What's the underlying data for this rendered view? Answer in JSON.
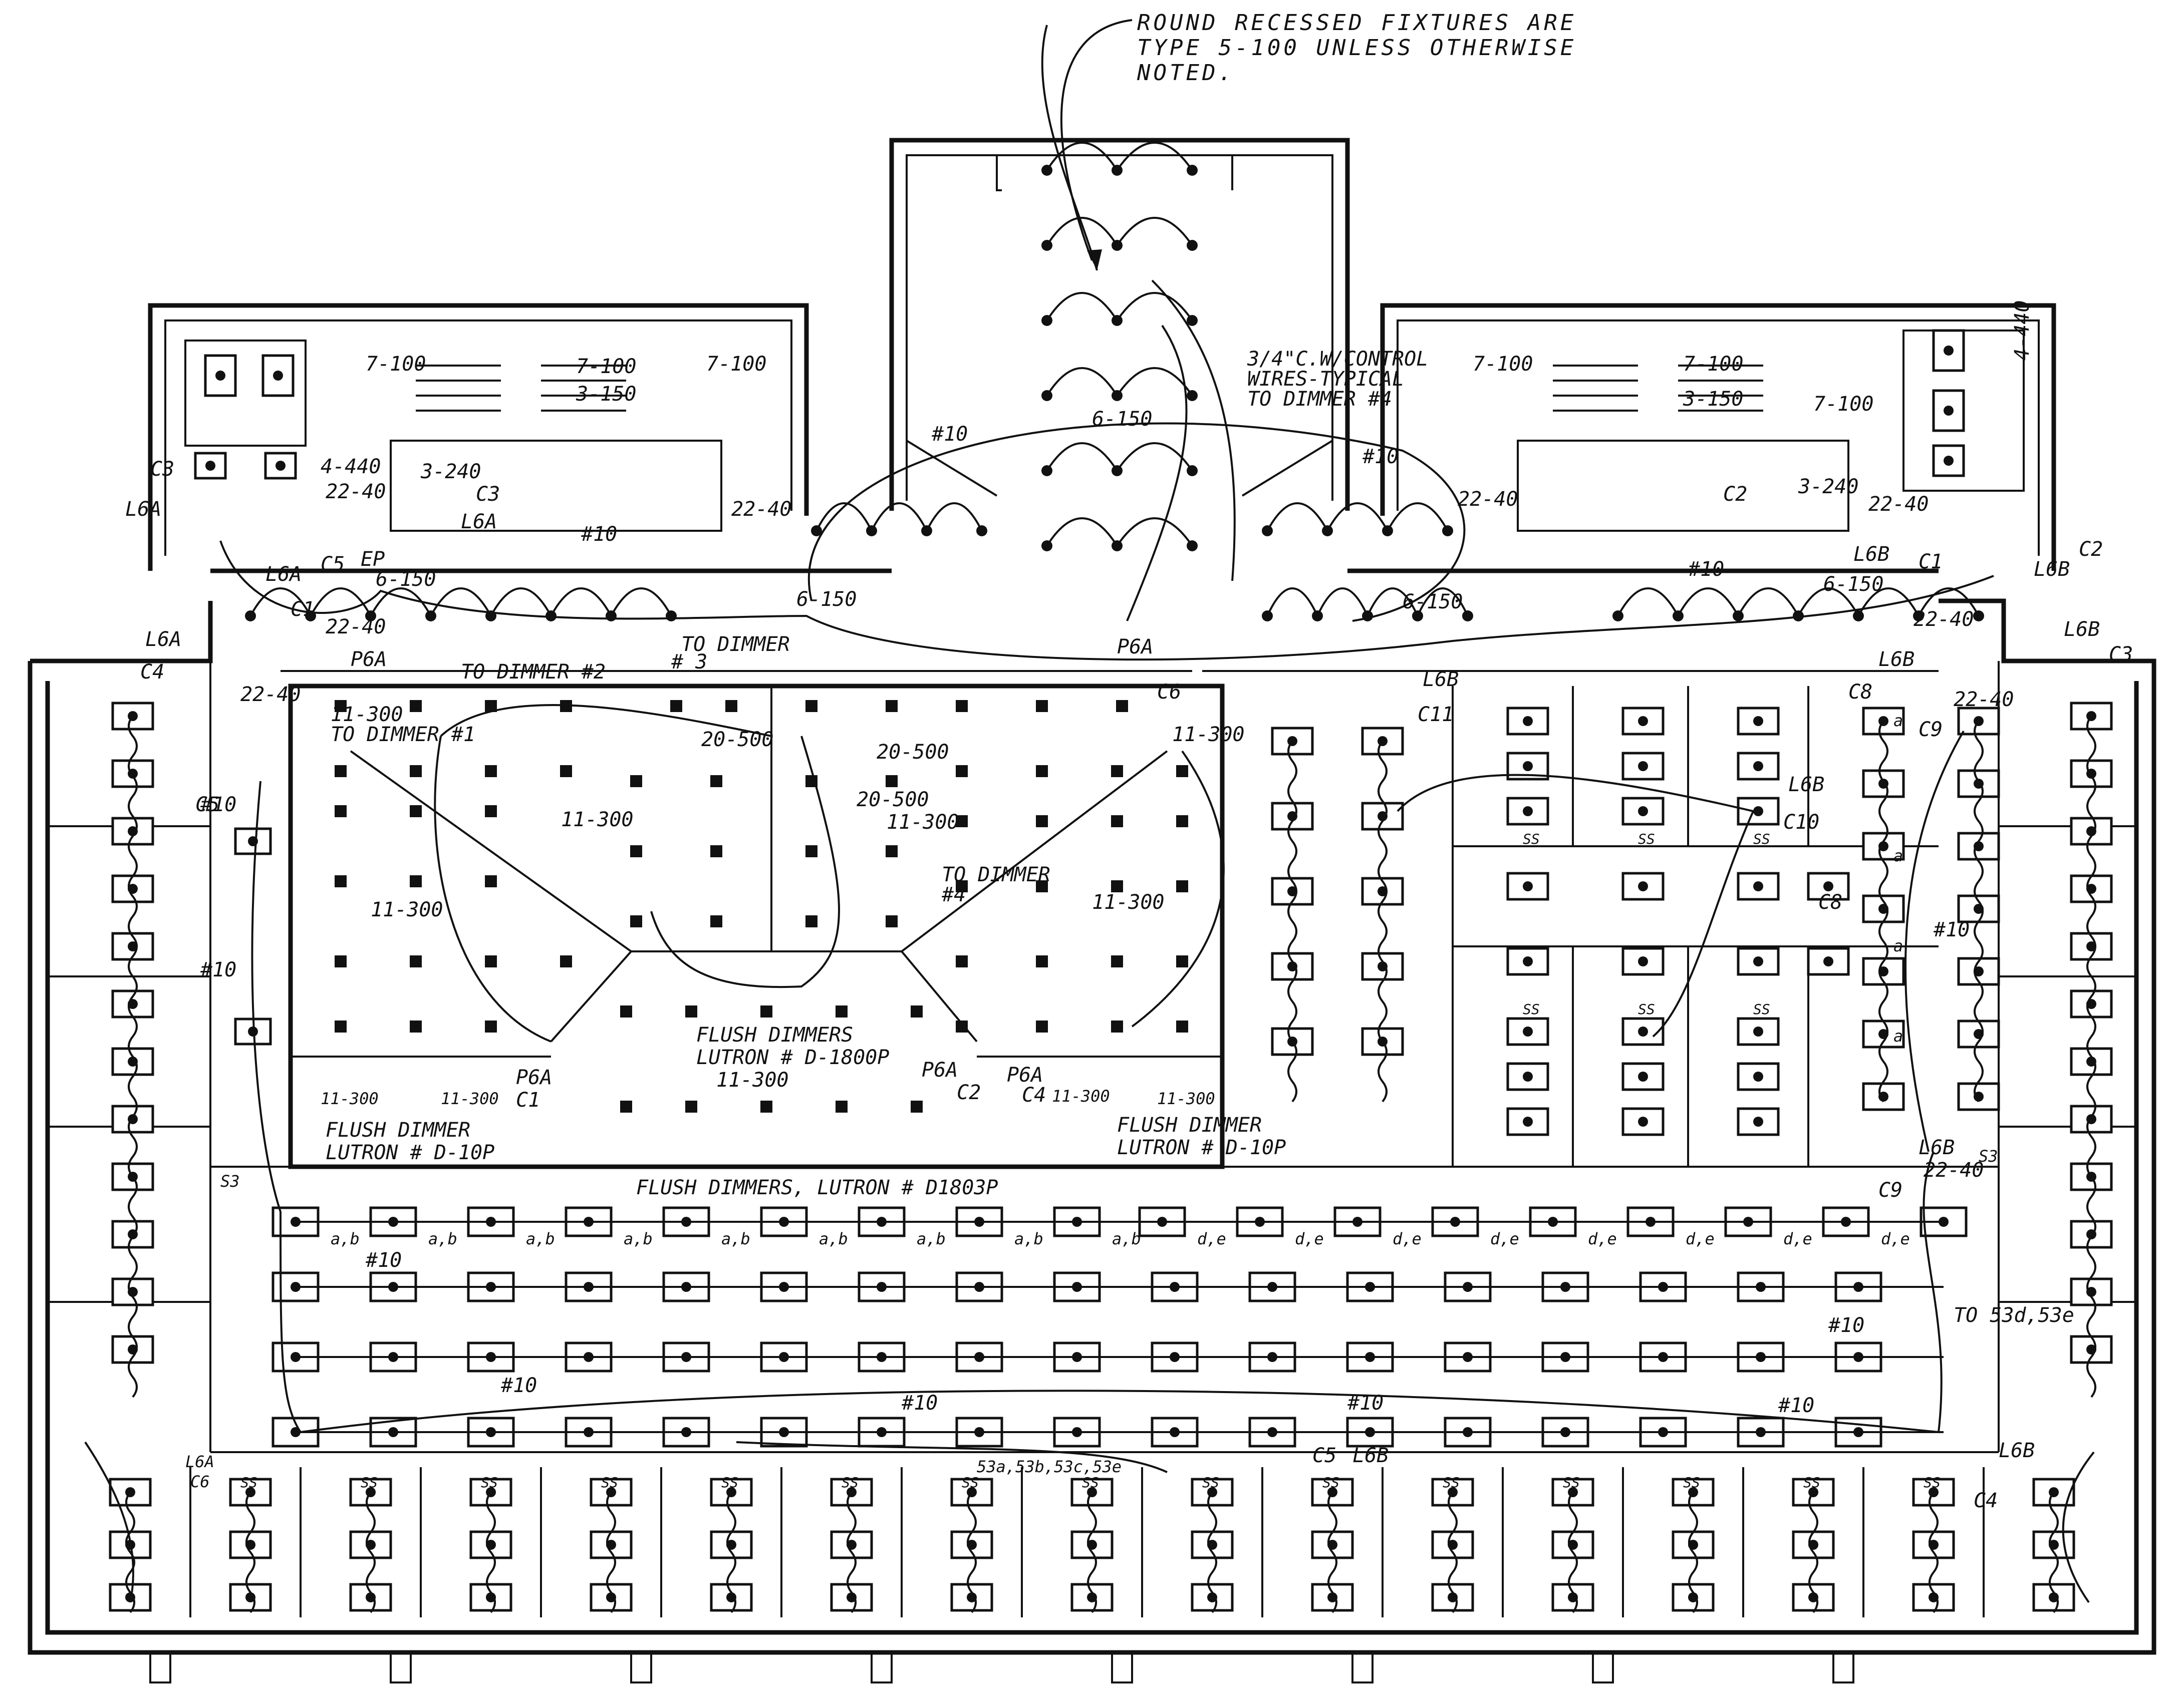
{
  "notes": {
    "round_fixtures": [
      "ROUND RECESSED FIXTURES ARE",
      "TYPE 5-100 UNLESS OTHERWISE",
      "NOTED."
    ],
    "conduit": [
      "3/4\"C.W/CONTROL",
      "WIRES-TYPICAL",
      "TO DIMMER #4"
    ],
    "flush_dimmers_center": [
      "FLUSH DIMMERS",
      "LUTRON # D-1800P"
    ],
    "flush_dimmer_left": [
      "FLUSH DIMMER",
      "LUTRON # D-10P"
    ],
    "flush_dimmer_right": [
      "FLUSH DIMMER",
      "LUTRON # D-10P"
    ],
    "flush_dimmers_bottom": "FLUSH DIMMERS, LUTRON # D1803P",
    "to_dimmer_1": "TO DIMMER #1",
    "to_dimmer_2": "TO DIMMER #2",
    "to_dimmer_3": [
      "TO DIMMER",
      "# 3"
    ],
    "to_dimmer_4": [
      "TO DIMMER",
      "#4"
    ],
    "to_53d": "TO 53d,53e",
    "switch_ref": "53a,53b,53c,53e"
  },
  "fixture_types": {
    "t7_100": "7-100",
    "t3_150": "3-150",
    "t6_150": "6-150",
    "t3_240": "3-240",
    "t4_440": "4-440",
    "t22_40": "22-40",
    "t11_300": "11-300",
    "t20_500": "20-500",
    "t10": "#10"
  },
  "panels": {
    "l6a": "L6A",
    "l6b": "L6B",
    "p6a": "P6A",
    "c1": "C1",
    "c2": "C2",
    "c3": "C3",
    "c4": "C4",
    "c5": "C5",
    "c6": "C6",
    "c8": "C8",
    "c9": "C9",
    "c10": "C10",
    "c11": "C11",
    "ep": "EP",
    "ss": "SS",
    "s3": "S3"
  },
  "circuit_tags": {
    "ab": "a,b",
    "de": "d,e",
    "a": "a",
    "b": "b"
  }
}
